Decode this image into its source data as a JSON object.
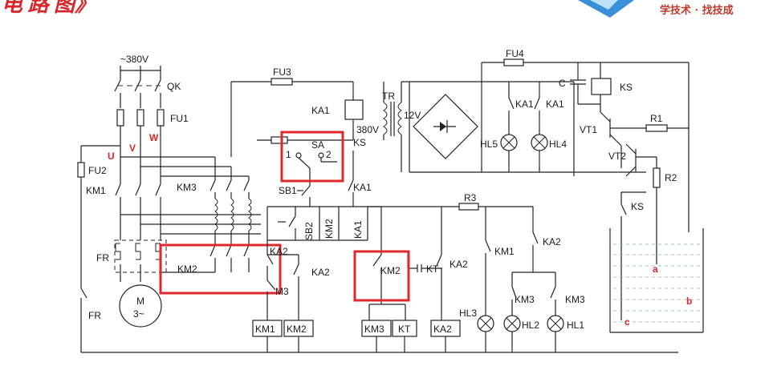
{
  "header": {
    "title_fragment": "电 路 图》",
    "slogan": "学技术 · 找技成"
  },
  "supply": {
    "voltage": "~380V",
    "switch": "QK",
    "fuse_main": "FU1",
    "fuse_control": "FU2",
    "phases": [
      "U",
      "V",
      "W"
    ]
  },
  "power_section": {
    "km1": "KM1",
    "km2": "KM2",
    "km3": "KM3",
    "overload": "FR",
    "overload_contact": "FR",
    "motor_top": "M",
    "motor_bottom": "3~"
  },
  "control_section": {
    "fuse": "FU3",
    "relay_coil": "KA1",
    "transformer": "TR",
    "secondary_voltage": "12V",
    "primary_voltage": "380V",
    "ks_contact": "KS",
    "selector": "SA",
    "selector_pos1": "1",
    "selector_pos2": "2",
    "sb1": "SB1",
    "sb2": "SB2",
    "km2_contact": "KM2",
    "ka1_contact": "KA1",
    "ka1_contact_low": "KA1",
    "ka2_nc_left": "KA2",
    "ka2_a": "KA2",
    "ka2_b": "KA2",
    "ka2_c": "KA2",
    "km3_contact": "M3",
    "km2_nc": "KM2",
    "kt_contact": "KT",
    "r3": "R3",
    "km1_contact": "KM1",
    "km3_a": "KM3",
    "km3_b": "KM3",
    "lamps": [
      "HL3",
      "HL2",
      "HL1"
    ],
    "coils": [
      "KM1",
      "KM2",
      "KM3",
      "KT",
      "KA2"
    ]
  },
  "electronic_section": {
    "fuse": "FU4",
    "ka1_a": "KA1",
    "ka1_b": "KA1",
    "lamps": [
      "HL5",
      "HL4"
    ],
    "capacitor": "C",
    "ks_relay": "KS",
    "vt1": "VT1",
    "vt2": "VT2",
    "r1": "R1",
    "r2": "R2",
    "ks_probe": "KS",
    "probes": [
      "a",
      "b",
      "c"
    ]
  },
  "highlight_color": "#e0282c"
}
